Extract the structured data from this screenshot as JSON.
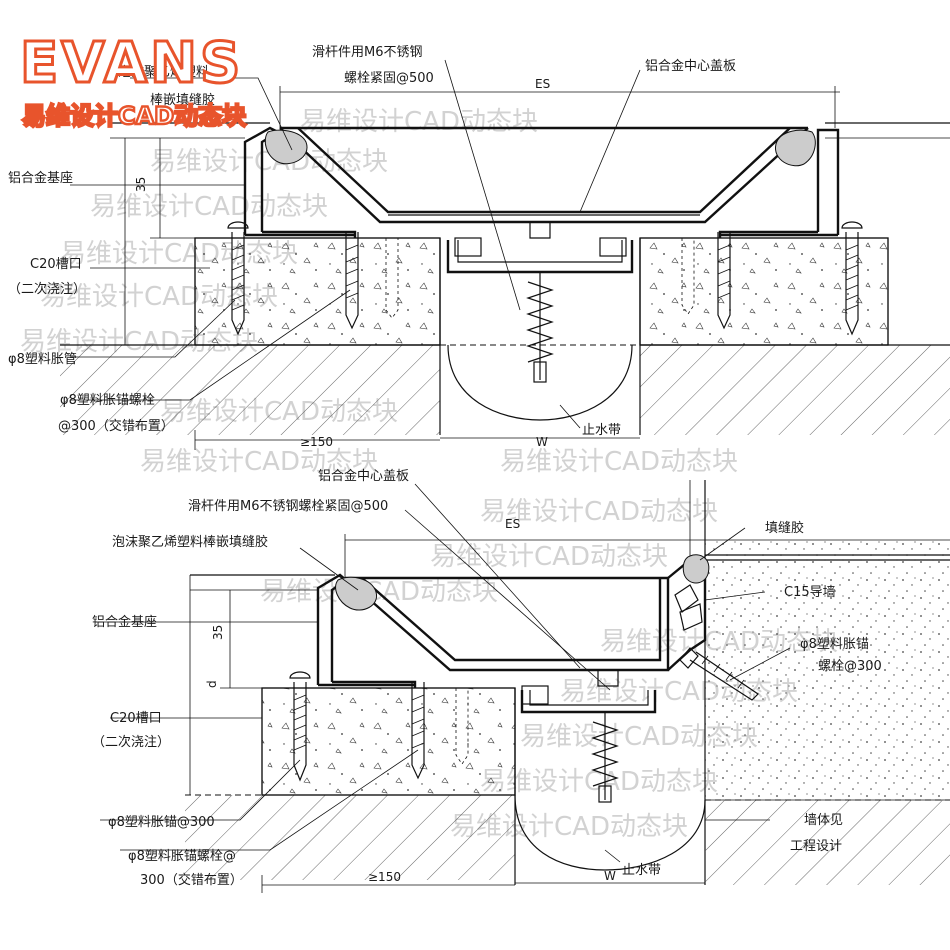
{
  "logo": {
    "brand": "EVANS",
    "tagline": "易维设计CAD动态块"
  },
  "watermark": "易维设计CAD动态块",
  "colors": {
    "logo_stroke": "#e8542c",
    "line": "#111111",
    "hatch": "#555555",
    "watermark": "#d2d2d2"
  },
  "top_detail": {
    "labels": {
      "foam_rod": "泡沫聚乙烯塑料",
      "foam_rod_2": "棒嵌填缝胶",
      "slide_bolt": "滑杆件用M6不锈钢",
      "slide_bolt_2": "螺栓紧固@500",
      "center_plate": "铝合金中心盖板",
      "base": "铝合金基座",
      "groove": "C20槽口",
      "groove_2": "（二次浇注）",
      "anchor": "φ8塑料胀管",
      "anchor_bolt": "φ8塑料胀锚螺栓",
      "anchor_bolt_2": "@300（交错布置）",
      "waterstop": "止水带"
    },
    "dims": {
      "es": "ES",
      "height": "35",
      "min_width": "≥150",
      "w": "W"
    }
  },
  "bottom_detail": {
    "labels": {
      "center_plate": "铝合金中心盖板",
      "slide_bolt": "滑杆件用M6不锈钢螺栓紧固@500",
      "foam_rod": "泡沫聚乙烯塑料棒嵌填缝胶",
      "sealant": "填缝胶",
      "wall": "C15导墙",
      "base": "铝合金基座",
      "wall_anchor": "φ8塑料胀锚",
      "wall_anchor_2": "螺栓@300",
      "groove": "C20槽口",
      "groove_2": "（二次浇注）",
      "anchor": "φ8塑料胀锚@300",
      "anchor_bolt": "φ8塑料胀锚螺栓@",
      "anchor_bolt_2": "300（交错布置）",
      "waterstop": "止水带",
      "wall_finish": "墙体见",
      "wall_finish_2": "工程设计"
    },
    "dims": {
      "es": "ES",
      "height": "35",
      "d": "d",
      "min_width": "≥150",
      "w": "W"
    }
  }
}
